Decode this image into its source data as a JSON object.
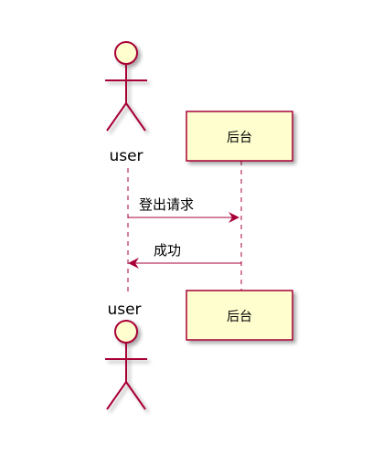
{
  "diagram": {
    "type": "sequence",
    "colors": {
      "stroke": "#A80036",
      "fill": "#FEFECE",
      "shadow": "#d0d0d0"
    },
    "participants": [
      {
        "id": "user",
        "kind": "actor",
        "label": "user"
      },
      {
        "id": "backend",
        "kind": "participant",
        "label": "后台"
      }
    ],
    "messages": [
      {
        "from": "user",
        "to": "backend",
        "text": "登出请求"
      },
      {
        "from": "backend",
        "to": "user",
        "text": "成功"
      }
    ]
  }
}
